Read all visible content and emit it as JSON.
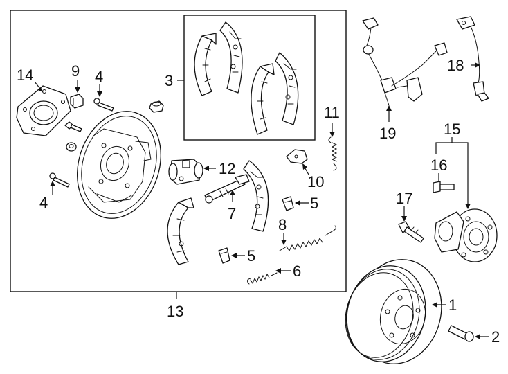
{
  "diagram": {
    "callouts": {
      "c1": "1",
      "c2": "2",
      "c3": "3",
      "c4a": "4",
      "c4b": "4",
      "c5a": "5",
      "c5b": "5",
      "c6": "6",
      "c7": "7",
      "c8": "8",
      "c9": "9",
      "c10": "10",
      "c11": "11",
      "c12": "12",
      "c13": "13",
      "c14": "14",
      "c15": "15",
      "c16": "16",
      "c17": "17",
      "c18": "18",
      "c19": "19"
    },
    "colors": {
      "line": "#111111",
      "background": "#ffffff"
    }
  }
}
